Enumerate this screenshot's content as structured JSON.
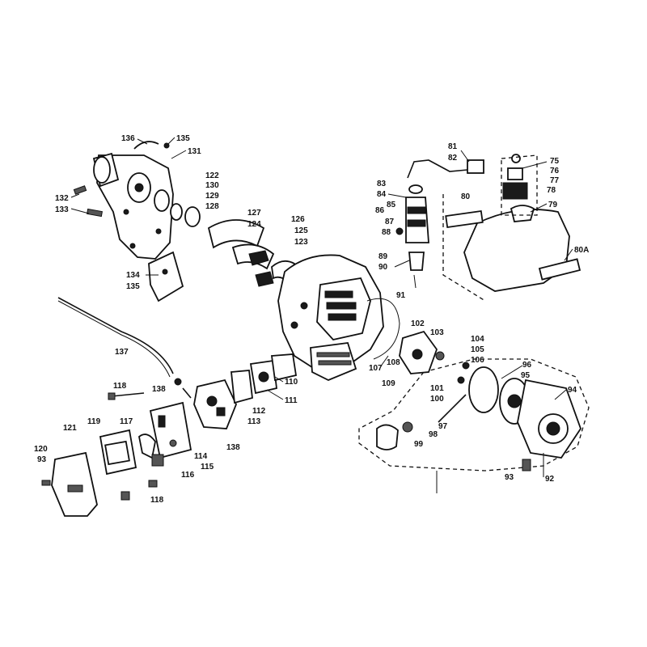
{
  "labels": {
    "l136": "136",
    "l135a": "135",
    "l131": "131",
    "l132": "132",
    "l133": "133",
    "l122": "122",
    "l130": "130",
    "l129": "129",
    "l128": "128",
    "l127": "127",
    "l124": "124",
    "l126": "126",
    "l125": "125",
    "l123": "123",
    "l134": "134",
    "l135b": "135",
    "l137": "137",
    "l81": "81",
    "l82": "82",
    "l83": "83",
    "l84": "84",
    "l85": "85",
    "l86": "86",
    "l87": "87",
    "l88": "88",
    "l89": "89",
    "l90": "90",
    "l91": "91",
    "l75": "75",
    "l76": "76",
    "l77": "77",
    "l78": "78",
    "l79": "79",
    "l80": "80",
    "l80a": "80A",
    "l102": "102",
    "l103": "103",
    "l104": "104",
    "l105": "105",
    "l106": "106",
    "l108": "108",
    "l107": "107",
    "l109": "109",
    "l110": "110",
    "l111": "111",
    "l112": "112",
    "l113": "113",
    "l118a": "118",
    "l138a": "138",
    "l121": "121",
    "l119": "119",
    "l117": "117",
    "l120": "120",
    "l93a": "93",
    "l114": "114",
    "l115": "115",
    "l116": "116",
    "l138b": "138",
    "l118b": "118",
    "l96": "96",
    "l95": "95",
    "l94": "94",
    "l101": "101",
    "l100": "100",
    "l97": "97",
    "l98": "98",
    "l99": "99",
    "l93b": "93",
    "l92": "92"
  }
}
